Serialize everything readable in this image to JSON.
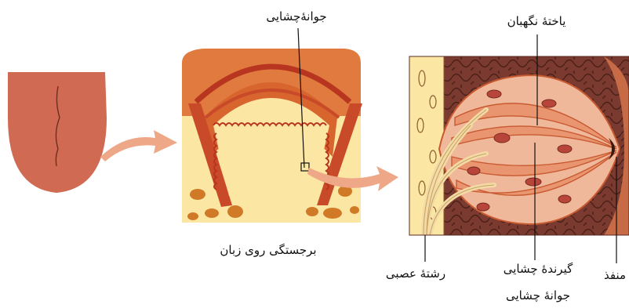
{
  "labels": {
    "taste_bud_top": "جوانهٔ‌چشایی",
    "supporting_cell": "یاختهٔ نگهبان",
    "papilla": "برجستگی روی زبان",
    "nerve_fiber": "رشتهٔ عصبی",
    "taste_receptor": "گیرندهٔ چشایی",
    "pore": "منفذ",
    "taste_bud_bottom": "جوانهٔ چشایی"
  },
  "colors": {
    "tongue": "#d06a52",
    "papilla_top": "#e07a3e",
    "papilla_dark": "#b8351f",
    "tissue_yellow": "#fbe7a3",
    "arrow": "#eea888",
    "bud_cells": "#f0b89a",
    "bud_border": "#c85a32",
    "background_cells": "#7a3a30",
    "nerve": "#f2dba6"
  }
}
